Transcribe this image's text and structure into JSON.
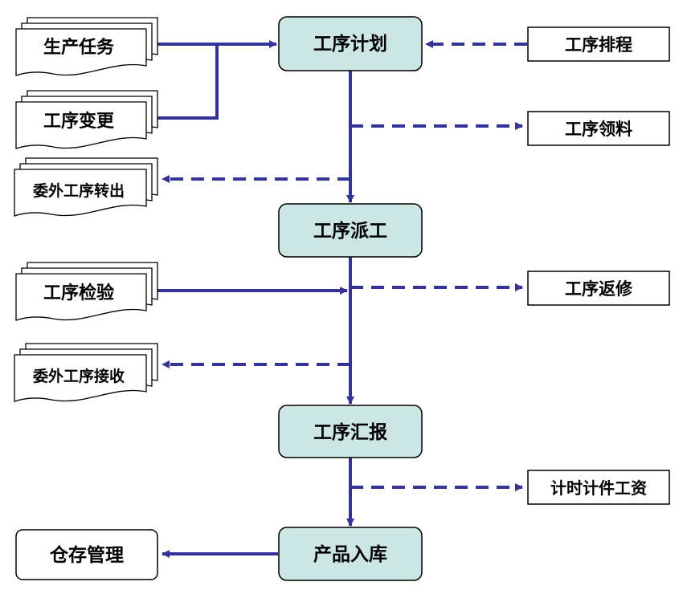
{
  "process": {
    "plan": "工序计划",
    "dispatch": "工序派工",
    "report": "工序汇报",
    "stock_in": "产品入库"
  },
  "docs": {
    "production_task": "生产任务",
    "process_change": "工序变更",
    "outsource_out": "委外工序转出",
    "inspection": "工序检验",
    "outsource_receive": "委外工序接收"
  },
  "outputs": {
    "scheduling": "工序排程",
    "material_pick": "工序领料",
    "rework": "工序返修",
    "piece_wage": "计时计件工资",
    "warehouse": "仓存管理"
  },
  "colors": {
    "process_fill": "#cce6e4",
    "arrow": "#33339a",
    "border": "#000000"
  },
  "icons": {
    "document_stack": "document-stack-icon"
  }
}
